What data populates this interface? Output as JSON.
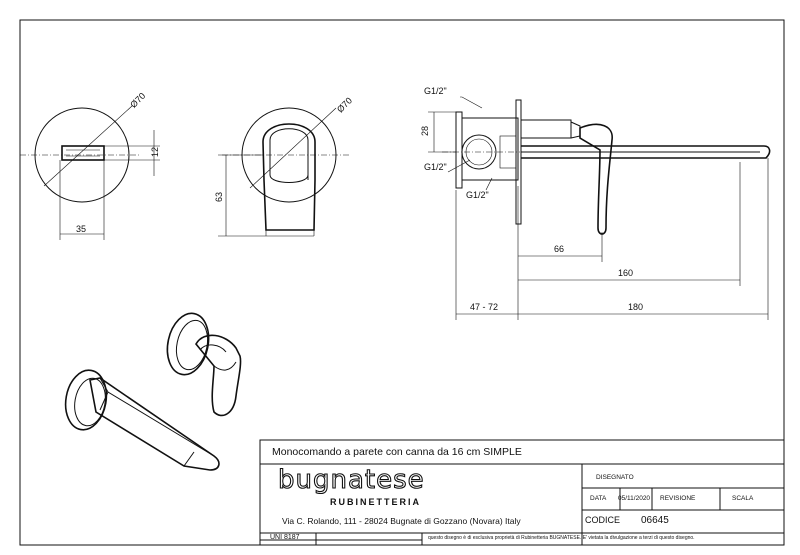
{
  "drawing": {
    "dimensions": {
      "front_diam": "Ø70",
      "front_height": "12",
      "front_width": "35",
      "side_diam": "Ø70",
      "side_height": "63",
      "top_thread_label": "G1/2\"",
      "left_height": "28",
      "mid_thread_label": "G1/2\"",
      "bottom_thread_label": "G1/2\"",
      "dim_66": "66",
      "dim_160": "160",
      "dim_47_72": "47 - 72",
      "dim_180": "180"
    }
  },
  "title_block": {
    "title": "Monocomando a parete con canna da 16 cm SIMPLE",
    "logo_main": "bugnatese",
    "logo_sub": "RUBINETTERIA",
    "address": "Via C. Rolando, 111 - 28024 Bugnate di Gozzano (Novara) Italy",
    "standard": "UNI 8187",
    "disegnato_label": "DISEGNATO",
    "data_label": "DATA",
    "data_value": "05/11/2020",
    "revisione_label": "REVISIONE",
    "scala_label": "SCALA",
    "codice_label": "CODICE",
    "codice_value": "06645",
    "disclaimer": "questo disegno è di esclusiva proprietà di Rubinetteria BUGNATESE. E' vietata la divulgazione a terzi di questo disegno."
  }
}
